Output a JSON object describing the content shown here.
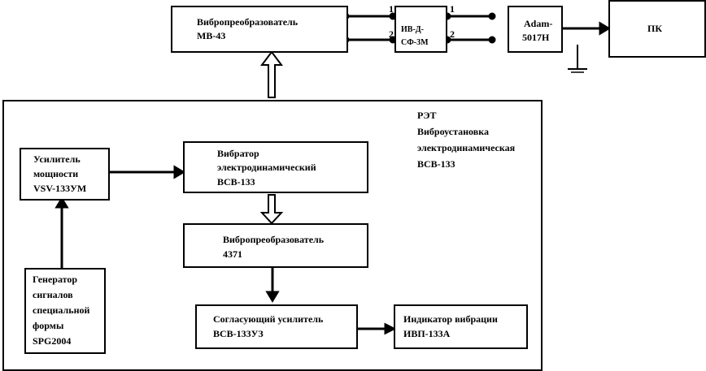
{
  "blocks": {
    "mv43": {
      "line1": "Вибропреобразователь",
      "line2": "МВ-43"
    },
    "ivd": {
      "label": "ИВ-Д-СФ-3М",
      "in1": "1",
      "in2": "2",
      "out1": "1",
      "out2": "2"
    },
    "adam": {
      "line1": "Adam-",
      "line2": "5017H"
    },
    "pc": {
      "label": "ПК"
    },
    "ret": {
      "line1": "РЭТ",
      "line2": "Виброустановка",
      "line3": "электродинамическая",
      "line4": "ВСВ-133"
    },
    "amp": {
      "line1": "Усилитель",
      "line2": "мощности",
      "line3": "VSV-133УМ"
    },
    "vibrator": {
      "line1": "Вибратор",
      "line2": "электродинамический",
      "line3": "ВСВ-133"
    },
    "sensor4371": {
      "line1": "Вибропреобразователь",
      "line2": "4371"
    },
    "generator": {
      "line1": "Генератор",
      "line2": "сигналов",
      "line3": "специальной",
      "line4": "формы",
      "line5": "SPG2004"
    },
    "matching": {
      "line1": "Согласующий усилитель",
      "line2": "ВСВ-133УЗ"
    },
    "indicator": {
      "line1": "Индикатор вибрации",
      "line2": "ИВП-133А"
    }
  }
}
